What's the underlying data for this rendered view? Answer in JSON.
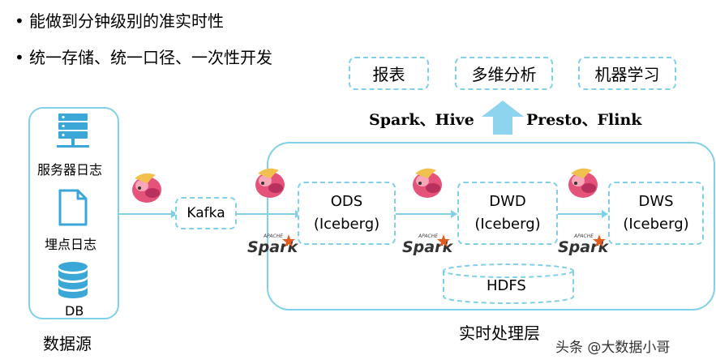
{
  "bullets": [
    "能做到分钟级别的准实时性",
    "统一存储、统一口径、一次性开发"
  ],
  "apps": [
    "报表",
    "多维分析",
    "机器学习"
  ],
  "engines": {
    "left": "Spark、Hive",
    "right": "Presto、Flink"
  },
  "sources": {
    "items": [
      "服务器日志",
      "埋点日志",
      "DB"
    ],
    "caption": "数据源"
  },
  "kafka": "Kafka",
  "stages": [
    {
      "name": "ODS",
      "format": "(Iceberg)"
    },
    {
      "name": "DWD",
      "format": "(Iceberg)"
    },
    {
      "name": "DWS",
      "format": "(Iceberg)"
    }
  ],
  "storage": "HDFS",
  "layer_caption": "实时处理层",
  "spark_logo": {
    "small": "APACHE",
    "word": "Spark"
  },
  "watermark": "头条 @大数据小哥",
  "colors": {
    "accent": "#7fd0e8",
    "arrow_up": "#8ed4ef",
    "flink_pink": "#e6537a",
    "spark_orange": "#e25a1c"
  },
  "icons": [
    "server-icon",
    "document-icon",
    "database-icon",
    "flink-logo-icon",
    "spark-logo-icon",
    "up-arrow-icon"
  ]
}
